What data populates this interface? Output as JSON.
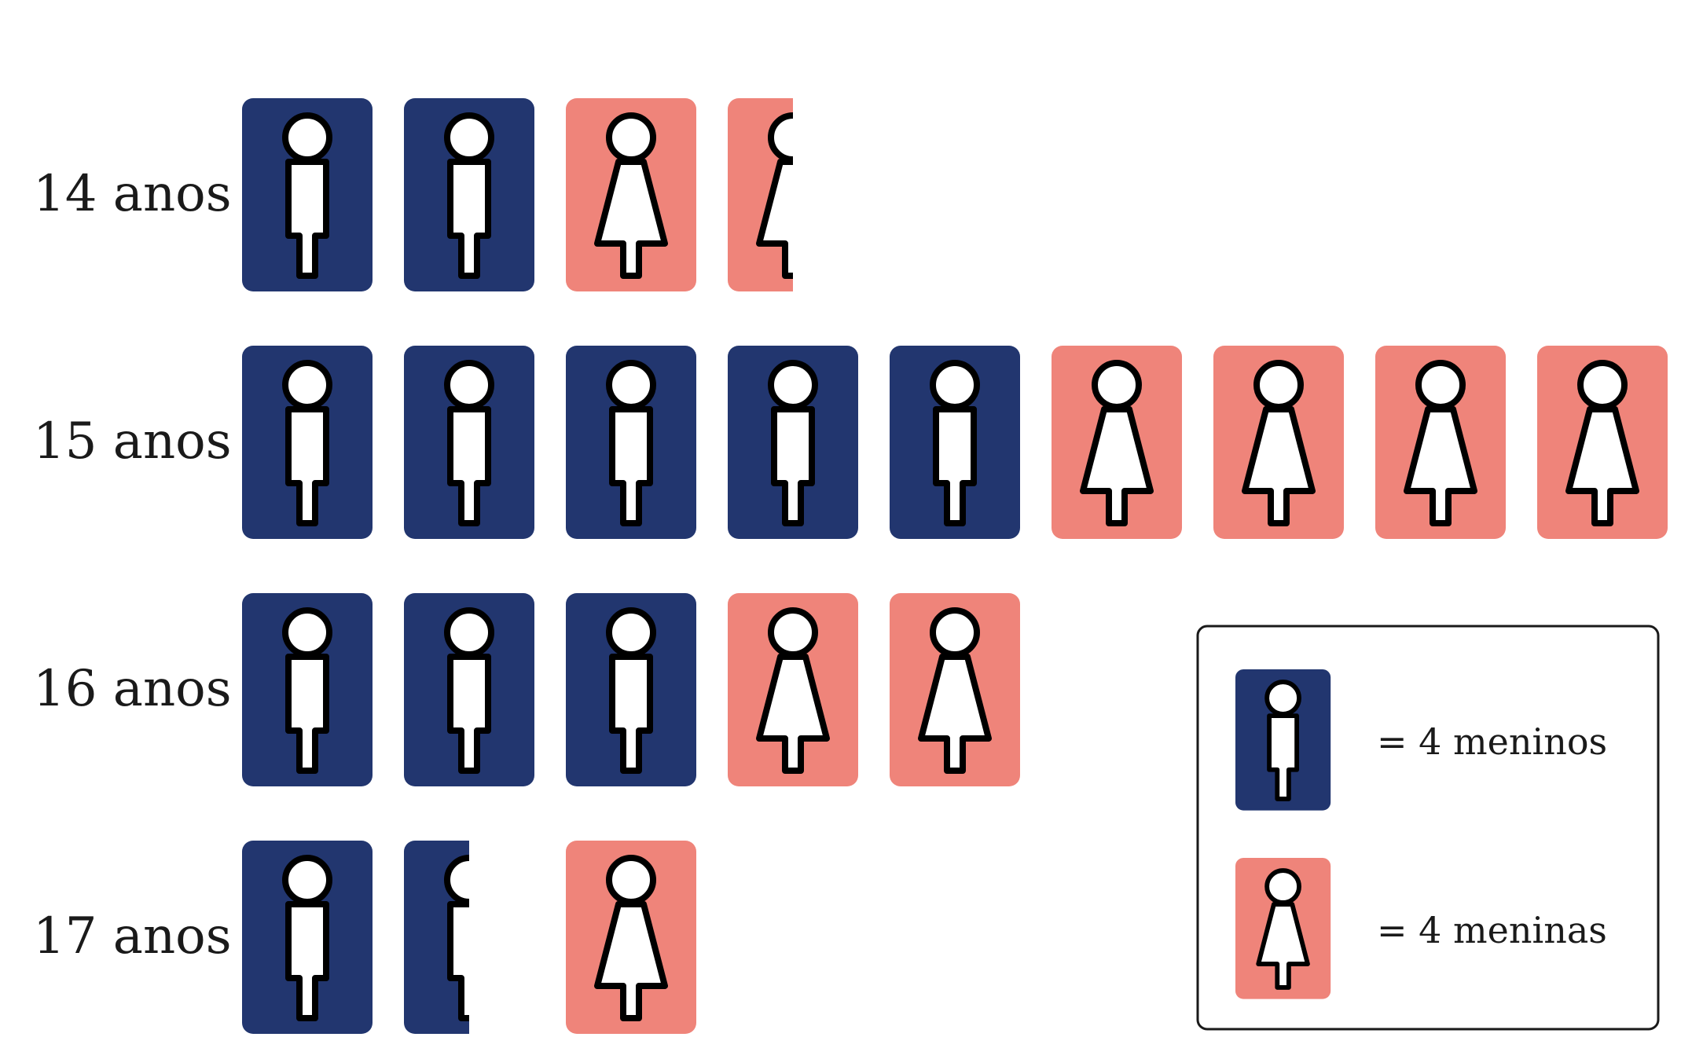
{
  "chart_data": {
    "type": "pictograph",
    "icon_unit": 4,
    "categories": [
      "14 anos",
      "15 anos",
      "16 anos",
      "17 anos"
    ],
    "series": [
      {
        "name": "meninos",
        "icon": "boy-icon",
        "color": "#22366f",
        "icons": [
          2,
          5,
          3,
          1.5
        ],
        "values": [
          8,
          20,
          12,
          6
        ]
      },
      {
        "name": "meninas",
        "icon": "girl-icon",
        "color": "#ef847a",
        "icons": [
          1.5,
          4,
          2,
          1
        ],
        "values": [
          6,
          16,
          8,
          4
        ]
      }
    ],
    "legend": {
      "placement": "bottom-right",
      "items": [
        {
          "text": "= 4 meninos",
          "icon": "boy-icon",
          "color": "#22366f"
        },
        {
          "text": "= 4 meninas",
          "icon": "girl-icon",
          "color": "#ef847a"
        }
      ]
    }
  }
}
